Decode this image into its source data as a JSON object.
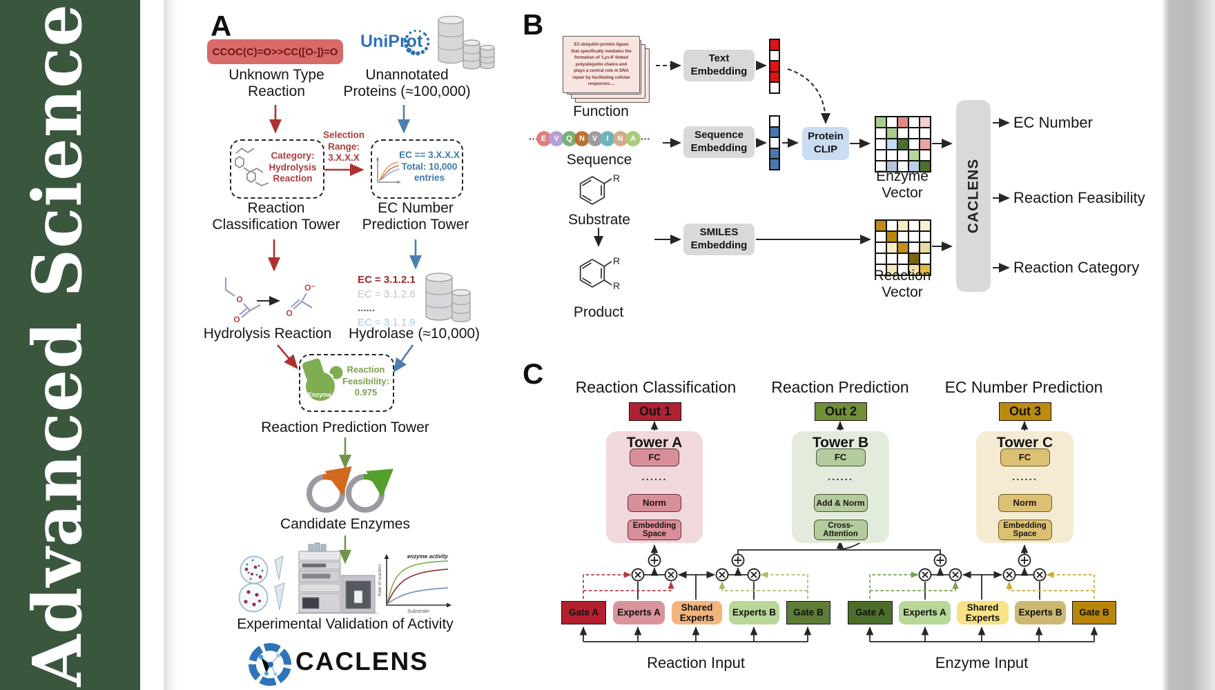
{
  "journal": {
    "name": "Advanced Science"
  },
  "panel_a": {
    "label": "A",
    "smiles": "CCOC(C)=O>>CC([O-])=O",
    "unknown_reaction": [
      "Unknown Type",
      "Reaction"
    ],
    "uniprot": "UniProt",
    "unannotated": [
      "Unannotated",
      "Proteins (≈100,000)"
    ],
    "selection": [
      "Selection",
      "Range:",
      "3.X.X.X"
    ],
    "category": [
      "Category:",
      "Hydrolysis",
      "Reaction"
    ],
    "ec_filter": [
      "EC == 3.X.X.X",
      "Total: 10,000",
      "entries"
    ],
    "classification_tower": [
      "Reaction",
      "Classification Tower"
    ],
    "prediction_tower": [
      "EC Number",
      "Prediction Tower"
    ],
    "hydrolysis_reaction": "Hydrolysis Reaction",
    "ec_list": [
      {
        "text": "EC = 3.1.2.1",
        "color": "#9c2626",
        "bold": true
      },
      {
        "text": "EC = 3.1.2.6",
        "color": "#c2c2c2",
        "bold": false
      },
      {
        "text": "......",
        "color": "#555555",
        "bold": true
      },
      {
        "text": "EC = 3.1.1.9",
        "color": "#a9c9e6",
        "bold": false
      }
    ],
    "hydrolase": "Hydrolase (≈10,000)",
    "enzyme_label": "Enzyme",
    "feasibility": [
      "Reaction",
      "Feasibility:",
      "0.975"
    ],
    "reaction_prediction_tower": "Reaction Prediction Tower",
    "candidate_enzymes": "Candidate Enzymes",
    "experimental_validation": "Experimental Validation of Activity",
    "brand": "CACLENS",
    "kinetics": {
      "curve_label": "enzyme activity",
      "ylabel": "Rate of reaction",
      "xlabel": "Substrate"
    },
    "o_atom": "O",
    "o_minus": "O⁻"
  },
  "panel_b": {
    "label": "B",
    "function_card_lines": [
      "E3 ubiquitin-protein ligase",
      "that specifically mediates the",
      "formation of 'Lys-6'-linked",
      "polyubiquitin chains and",
      "plays a central role in DNA",
      "repair by facilitating cellular",
      "responses...."
    ],
    "function_label": "Function",
    "ellipsis": "···",
    "sequence_letters": [
      {
        "ch": "E",
        "color": "#df7e7e"
      },
      {
        "ch": "V",
        "color": "#b49fd6"
      },
      {
        "ch": "Q",
        "color": "#76b276"
      },
      {
        "ch": "N",
        "color": "#bd712f"
      },
      {
        "ch": "V",
        "color": "#9d9d9d"
      },
      {
        "ch": "I",
        "color": "#6fb3bb"
      },
      {
        "ch": "N",
        "color": "#d3a98d"
      },
      {
        "ch": "A",
        "color": "#a9cb7b"
      }
    ],
    "sequence_label": "Sequence",
    "substrate_label": "Substrate",
    "product_label": "Product",
    "r_label": "R",
    "text_embedding": [
      "Text",
      "Embedding"
    ],
    "sequence_embedding": [
      "Sequence",
      "Embedding"
    ],
    "smiles_embedding": [
      "SMILES",
      "Embedding"
    ],
    "protein_clip": [
      "Protein",
      "CLIP"
    ],
    "text_vector": [
      "#e11212",
      "#ffffff",
      "#e11212",
      "#e11212",
      "#ffffff"
    ],
    "sequence_vector": [
      "#ffffff",
      "#4a77b4",
      "#ffffff",
      "#4a77b4",
      "#4a77b4"
    ],
    "enzyme_vector_label": "Enzyme Vector",
    "reaction_vector_label": "Reaction Vector",
    "enzyme_grid": [
      "#a9cc8b",
      "#ffffff",
      "#e08a86",
      "#ffffff",
      "#f2cdd1",
      "#ffffff",
      "#a9cc8b",
      "#ffffff",
      "#ffffff",
      "#ffffff",
      "#ffffff",
      "#c6d9f0",
      "#4d7030",
      "#ffffff",
      "#eba6a4",
      "#ffffff",
      "#ffffff",
      "#ffffff",
      "#b6d797",
      "#ffffff",
      "#ffffff",
      "#b6c3d4",
      "#ffffff",
      "#b8d0ec",
      "#4d7030"
    ],
    "reaction_grid": [
      "#c08a1a",
      "#ffffff",
      "#f5ecc2",
      "#ffffff",
      "#faf1cf",
      "#ffffff",
      "#b8860b",
      "#ffffff",
      "#ffffff",
      "#ffffff",
      "#ffffff",
      "#f5ecc2",
      "#c4901a",
      "#ffffff",
      "#ead9a0",
      "#ffffff",
      "#ffffff",
      "#ffffff",
      "#7a6412",
      "#ffffff",
      "#ffffff",
      "#f2e8bb",
      "#ffffff",
      "#f0e2a6",
      "#e3bb42"
    ],
    "caclens": "CACLENS",
    "outputs": [
      "EC Number",
      "Reaction Feasibility",
      "Reaction Category"
    ]
  },
  "panel_c": {
    "label": "C",
    "section_titles": [
      "Reaction Classification",
      "Reaction Prediction",
      "EC Number Prediction"
    ],
    "outputs": [
      {
        "label": "Out 1",
        "bg": "#b02133"
      },
      {
        "label": "Out 2",
        "bg": "#6e9039"
      },
      {
        "label": "Out 3",
        "bg": "#bb8b10"
      }
    ],
    "towers": [
      {
        "title": "Tower A",
        "bg": "#f1d8dc",
        "box_bg": "#d98f9a",
        "box_border": "#5e2d36",
        "fc": "FC",
        "dots": "......",
        "mid": "Norm",
        "bottom": [
          "Embedding",
          "Space"
        ]
      },
      {
        "title": "Tower B",
        "bg": "#e3ecdc",
        "box_bg": "#b4cb9e",
        "box_border": "#44552f",
        "fc": "FC",
        "dots": "......",
        "mid": "Add & Norm",
        "bottom": [
          "Cross-",
          "Attention"
        ]
      },
      {
        "title": "Tower C",
        "bg": "#f4ebd2",
        "box_bg": "#dcc175",
        "box_border": "#6a5a1e",
        "fc": "FC",
        "dots": "......",
        "mid": "Norm",
        "bottom": [
          "Embedding",
          "Space"
        ]
      }
    ],
    "groups": [
      {
        "input_label": "Reaction Input",
        "boxes": [
          {
            "label": [
              "Gate A"
            ],
            "bg": "#b5202f",
            "type": "gate"
          },
          {
            "label": [
              "Experts A"
            ],
            "bg": "#d9939d",
            "type": "expert"
          },
          {
            "label": [
              "Shared",
              "Experts"
            ],
            "bg": "#f2b57c",
            "type": "expert"
          },
          {
            "label": [
              "Experts B"
            ],
            "bg": "#b7d898",
            "type": "expert"
          },
          {
            "label": [
              "Gate B"
            ],
            "bg": "#5d7c37",
            "type": "gate"
          }
        ]
      },
      {
        "input_label": "Enzyme Input",
        "boxes": [
          {
            "label": [
              "Gate A"
            ],
            "bg": "#4c6e2b",
            "type": "gate"
          },
          {
            "label": [
              "Experts A"
            ],
            "bg": "#b7d898",
            "type": "expert"
          },
          {
            "label": [
              "Shared",
              "Experts"
            ],
            "bg": "#f7e385",
            "type": "expert"
          },
          {
            "label": [
              "Experts B"
            ],
            "bg": "#cdb873",
            "type": "expert"
          },
          {
            "label": [
              "Gate B"
            ],
            "bg": "#b8860b",
            "type": "gate"
          }
        ]
      }
    ]
  }
}
